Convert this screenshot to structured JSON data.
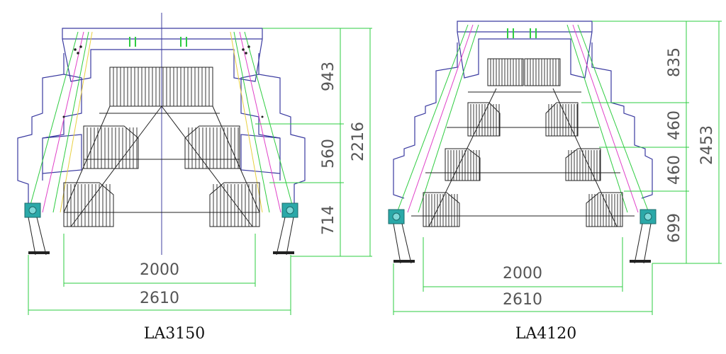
{
  "diagrams": [
    {
      "model": "LA3150",
      "heights": [
        "943",
        "560",
        "714"
      ],
      "total_height": "2216",
      "inner_width": "2000",
      "outer_width": "2610"
    },
    {
      "model": "LA4120",
      "heights": [
        "835",
        "460",
        "460",
        "699"
      ],
      "total_height": "2453",
      "inner_width": "2000",
      "outer_width": "2610"
    }
  ],
  "colors": {
    "frame": "#3a3aa0",
    "dimension_lines": "#2ecc40",
    "cage_mesh": "#222222",
    "motor": "#2ba8a8",
    "trough_rays": "#e040c8"
  }
}
